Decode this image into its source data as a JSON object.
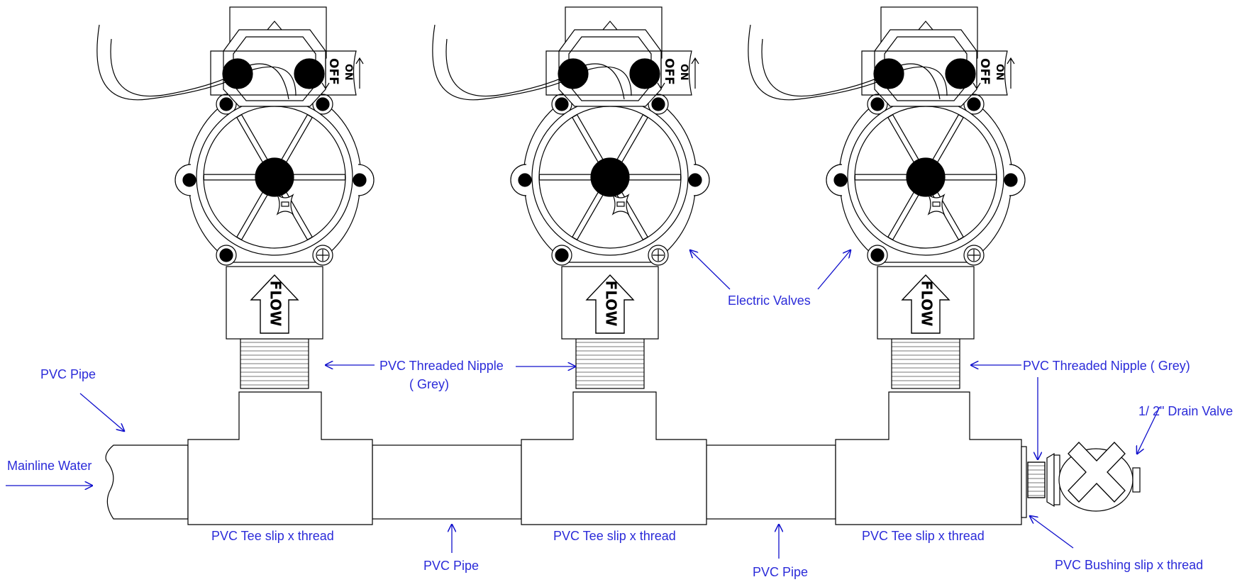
{
  "diagram": {
    "valve_text": {
      "on": "ON",
      "off": "OFF",
      "flow": "FLOW"
    },
    "labels": {
      "pvc_pipe_top_left": "PVC Pipe",
      "mainline_water": "Mainline Water",
      "nipple_left_line1": "PVC Threaded Nipple",
      "nipple_left_line2": "( Grey)",
      "electric_valves": "Electric Valves",
      "nipple_right": "PVC Threaded Nipple ( Grey)",
      "drain_valve": "1/ 2\" Drain Valve",
      "tee_1": "PVC Tee slip x thread",
      "tee_2": "PVC Tee slip x thread",
      "tee_3": "PVC Tee slip x thread",
      "pvc_pipe_bottom_1": "PVC Pipe",
      "pvc_pipe_bottom_2": "PVC Pipe",
      "bushing": "PVC Bushing slip x thread"
    },
    "colors": {
      "label": "#2b2bd9",
      "arrow": "#1010cc",
      "line": "#000000"
    }
  }
}
